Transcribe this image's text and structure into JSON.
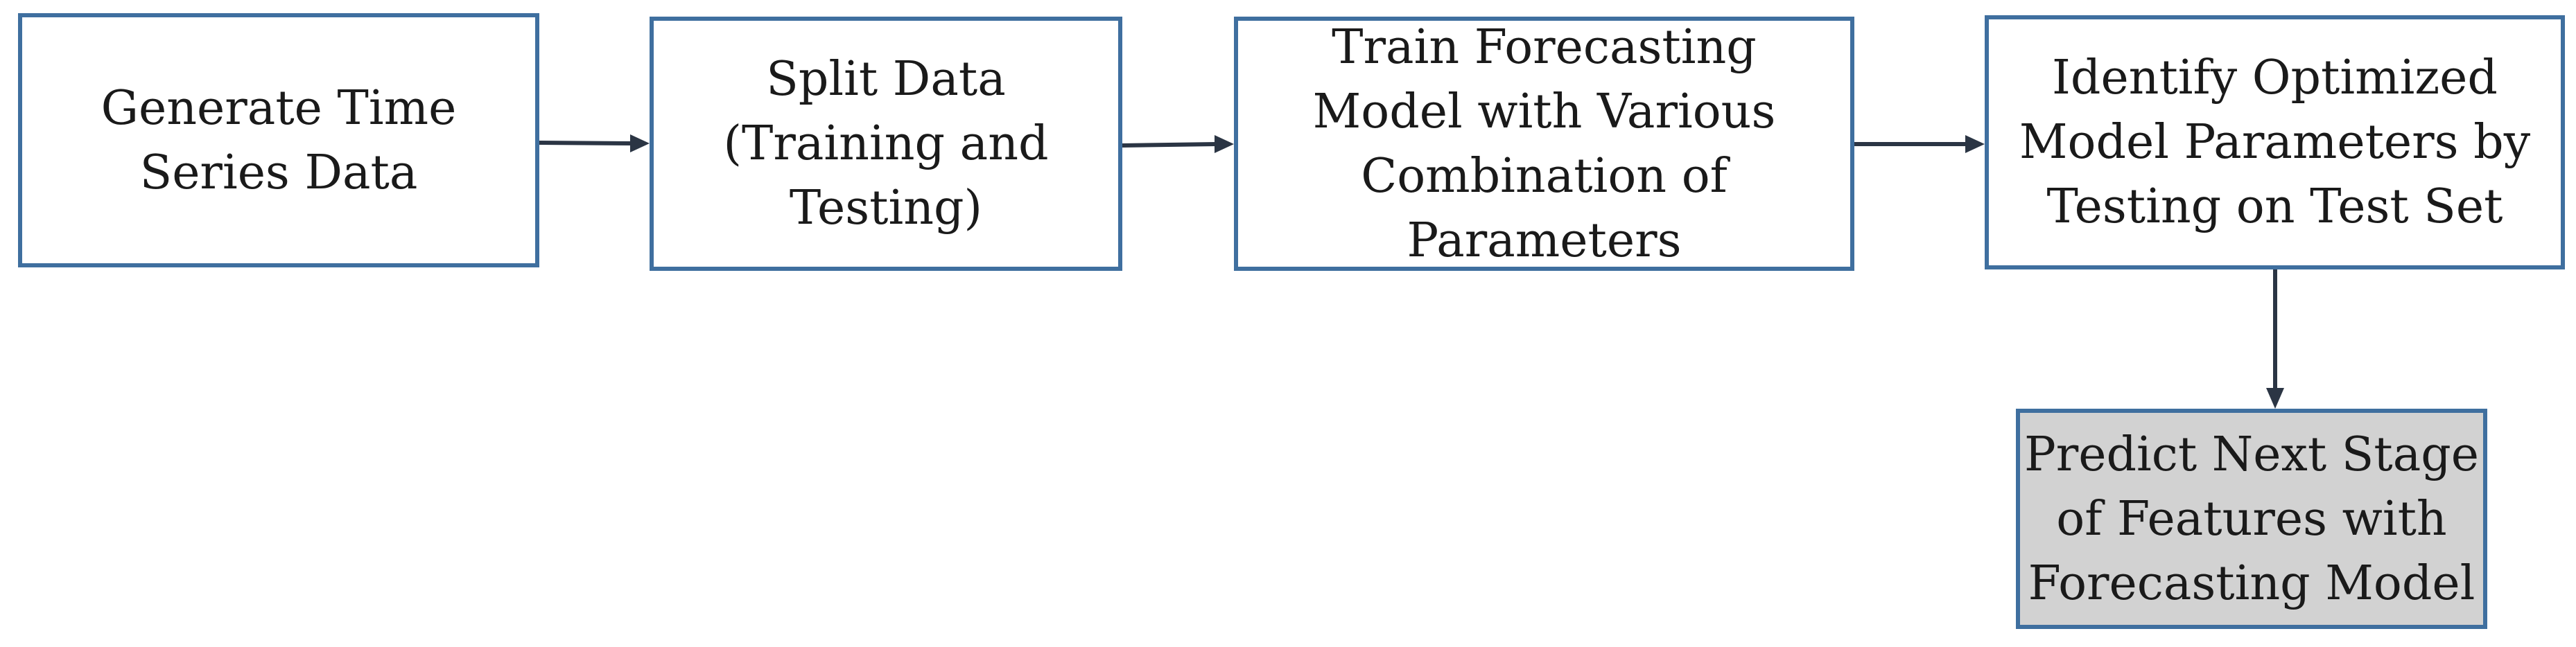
{
  "nodes": [
    {
      "id": "n1",
      "label": "Generate Time\nSeries Data"
    },
    {
      "id": "n2",
      "label": "Split Data\n(Training and\nTesting)"
    },
    {
      "id": "n3",
      "label": "Train Forecasting\nModel with Various\nCombination of\nParameters"
    },
    {
      "id": "n4",
      "label": "Identify Optimized\nModel Parameters by\nTesting on Test Set"
    },
    {
      "id": "n5",
      "label": "Predict Next Stage\nof Features with\nForecasting Model"
    }
  ],
  "edges": [
    {
      "from": "n1",
      "to": "n2"
    },
    {
      "from": "n2",
      "to": "n3"
    },
    {
      "from": "n3",
      "to": "n4"
    },
    {
      "from": "n4",
      "to": "n5"
    }
  ],
  "colors": {
    "box_border": "#3f6f9f",
    "box_fill": "#ffffff",
    "final_box_fill": "#d2d2d2",
    "arrow": "#2b3544",
    "text": "#1a1a1a"
  }
}
